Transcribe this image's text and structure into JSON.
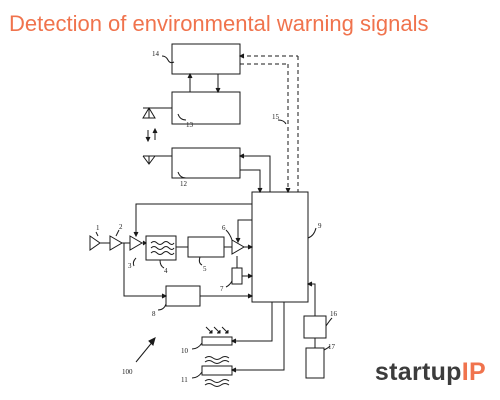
{
  "header": {
    "title": "Detection of environmental warning signals",
    "title_color": "#f0734d"
  },
  "diagram": {
    "line_color": "#1a1a1a",
    "labels": {
      "n1": "1",
      "n2": "2",
      "n3": "3",
      "n4": "4",
      "n5": "5",
      "n6": "6",
      "n7": "7",
      "n8": "8",
      "n9": "9",
      "n10": "10",
      "n11": "11",
      "n12": "12",
      "n13": "13",
      "n14": "14",
      "n15": "15",
      "n16": "16",
      "n17": "17",
      "n100": "100"
    }
  },
  "logo": {
    "part1": "startup",
    "part2": "IP",
    "color1": "#3c3c3c",
    "color2": "#f0734d"
  }
}
